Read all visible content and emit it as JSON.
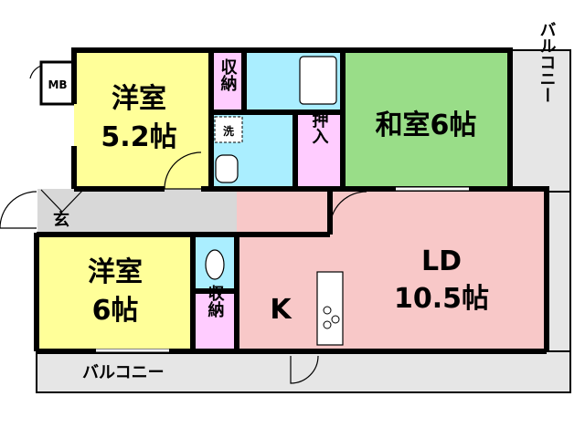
{
  "rooms": {
    "western_room_1": {
      "name": "洋室",
      "size": "5.2帖"
    },
    "japanese_room": {
      "name": "和室6帖"
    },
    "western_room_2": {
      "name": "洋室",
      "size": "6帖"
    },
    "ld": {
      "name": "LD",
      "size": "10.5帖"
    },
    "kitchen": {
      "name": "K"
    }
  },
  "labels": {
    "closet_top": "収納",
    "closet_bottom": "収納",
    "oshiire": "押入",
    "wash": "洗",
    "entrance": "玄",
    "mb": "MB",
    "balcony_right": "バルコニー",
    "balcony_bottom": "バルコニー"
  },
  "colors": {
    "western": "#ffff99",
    "japanese": "#99dd88",
    "ld": "#f8c8c8",
    "wet": "#aaeeff",
    "closet": "#ffccff",
    "corridor": "#d8d8d8",
    "balcony": "#e6e6e6"
  }
}
